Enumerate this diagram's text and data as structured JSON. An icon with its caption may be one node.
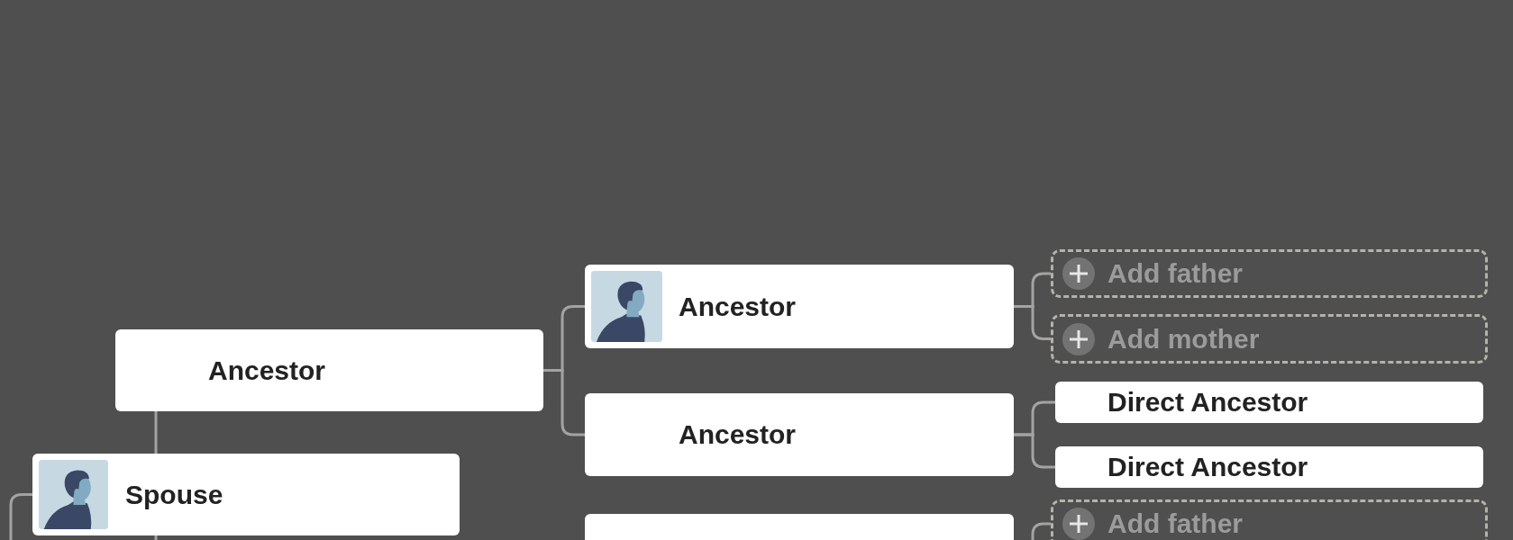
{
  "diagram": {
    "nodes": [
      {
        "text": [
          "Ancestor"
        ]
      },
      {
        "text": [
          "Spouse"
        ]
      },
      {
        "text": [
          "Ancestor"
        ]
      },
      {
        "text": [
          "Ancestor"
        ]
      },
      {
        "text": [],
        "shape": "box"
      },
      {
        "text": [
          "Add father"
        ]
      },
      {
        "text": [
          "Add mother"
        ]
      },
      {
        "text": [
          "Direct Ancestor"
        ]
      },
      {
        "text": [
          "Direct Ancestor"
        ]
      },
      {
        "text": [
          "Add father"
        ]
      }
    ],
    "edges": [
      {
        "from": 0,
        "to": 2,
        "arrow": "none"
      },
      {
        "from": 0,
        "to": 3,
        "arrow": "none"
      },
      {
        "from": 0,
        "to": 1,
        "arrow": "none"
      },
      {
        "from": 2,
        "to": 5,
        "arrow": "none"
      },
      {
        "from": 2,
        "to": 6,
        "arrow": "none"
      },
      {
        "from": 3,
        "to": 7,
        "arrow": "none"
      },
      {
        "from": 3,
        "to": 8,
        "arrow": "none"
      },
      {
        "from": 4,
        "to": 9,
        "arrow": "none"
      },
      {
        "from": 1,
        "to": null,
        "arrow": "none"
      },
      {
        "from": 1,
        "to": null,
        "arrow": "none"
      }
    ]
  }
}
